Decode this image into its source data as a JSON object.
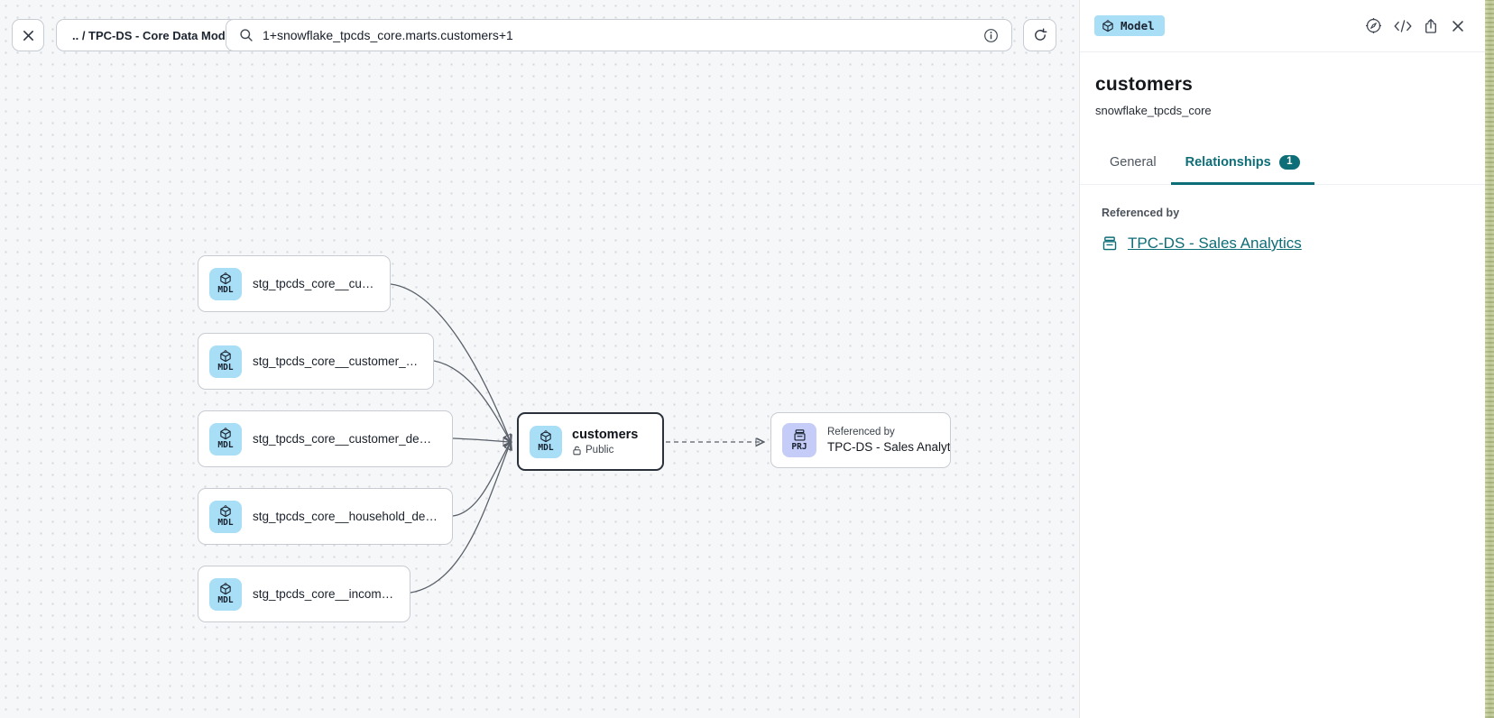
{
  "topbar": {
    "breadcrumb": ".. / TPC-DS - Core Data Models",
    "search_value": "1+snowflake_tpcds_core.marts.customers+1"
  },
  "lineage": {
    "upstream": [
      {
        "badge": "MDL",
        "label": "stg_tpcds_core__customer"
      },
      {
        "badge": "MDL",
        "label": "stg_tpcds_core__customer_address"
      },
      {
        "badge": "MDL",
        "label": "stg_tpcds_core__customer_demogra…"
      },
      {
        "badge": "MDL",
        "label": "stg_tpcds_core__household_demogr…"
      },
      {
        "badge": "MDL",
        "label": "stg_tpcds_core__income_band"
      }
    ],
    "selected": {
      "badge": "MDL",
      "label": "customers",
      "access": "Public"
    },
    "downstream": {
      "badge": "PRJ",
      "kicker": "Referenced by",
      "label": "TPC-DS - Sales Analytics"
    }
  },
  "panel": {
    "type_badge": "Model",
    "title": "customers",
    "subtitle": "snowflake_tpcds_core",
    "tabs": {
      "general": "General",
      "relationships": "Relationships",
      "relationships_count": "1"
    },
    "relationships": {
      "heading": "Referenced by",
      "link_label": "TPC-DS - Sales Analytics"
    }
  },
  "icons": {
    "close-icon": "x-cross",
    "search-icon": "magnifier",
    "info-icon": "circled-i",
    "refresh-icon": "circular-arrow",
    "model-icon": "cube",
    "project-icon": "archive-drawer",
    "compass-icon": "compass",
    "code-icon": "</>",
    "share-icon": "box-arrow-up",
    "unlock-icon": "open-padlock"
  },
  "colors": {
    "accent": "#0e6e77",
    "model_badge_bg": "#a9def7",
    "project_badge_bg": "#c6ccf8",
    "canvas_bg": "#f6f7f9",
    "canvas_dot": "#d5d7dc",
    "node_border": "#c8ccd2",
    "selected_node_border": "#2a313b",
    "edge_stroke": "#5a6069",
    "panel_bg": "#ffffff"
  }
}
